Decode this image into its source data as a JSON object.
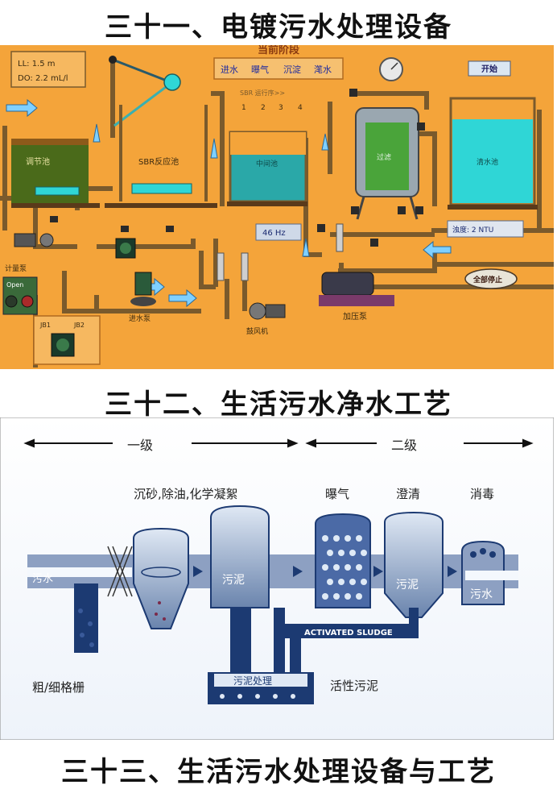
{
  "headings": {
    "h1": "三十一、电镀污水处理设备",
    "h2": "三十二、生活污水净水工艺",
    "h3": "三十三、生活污水处理设备与工艺"
  },
  "panel1": {
    "readout": {
      "ll": "LL:  1.5 m",
      "do": "DO:  2.2 mL/l"
    },
    "stage_title": "当前阶段",
    "stages": [
      "进水",
      "曝气",
      "沉淀",
      "滗水"
    ],
    "sbr_prog": "SBR 运行序>>",
    "sbr_numbers": [
      "1",
      "2",
      "3",
      "4"
    ],
    "start_btn": "开始",
    "tanks": {
      "regulating": "调节池",
      "sbr": "SBR反应池",
      "middle": "中间池",
      "filter": "过滤",
      "clear": "清水池"
    },
    "freq": "46  Hz",
    "turbidity": "浊度:  2     NTU",
    "stop_all": "全部停止",
    "labels": {
      "meter_pump": "计量泵",
      "open": "Open",
      "jb1": "JB1",
      "jb2": "JB2",
      "inlet_pump": "进水泵",
      "blower": "鼓风机",
      "booster": "加压泵"
    },
    "colors": {
      "bg": "#f4a43a",
      "pipe": "#7a5a2c",
      "water": "#2fd6d6",
      "arrow": "#7fd0ff"
    }
  },
  "panel2": {
    "level1": "一级",
    "level2": "二级",
    "proc1": "沉砂,除油,化学凝絮",
    "proc2": "曝气",
    "proc3": "澄清",
    "proc4": "消毒",
    "sewage": "污水",
    "sludge_a": "污泥",
    "sludge_b": "污泥",
    "sewage_out": "污水",
    "activated": "ACTIVATED SLUDGE",
    "sludge_treat": "污泥处理",
    "active_sludge": "活性污泥",
    "screen": "粗/细格栅",
    "colors": {
      "dark": "#1c3a72",
      "mid": "#7f94b8",
      "light": "#d7e4f3"
    }
  }
}
